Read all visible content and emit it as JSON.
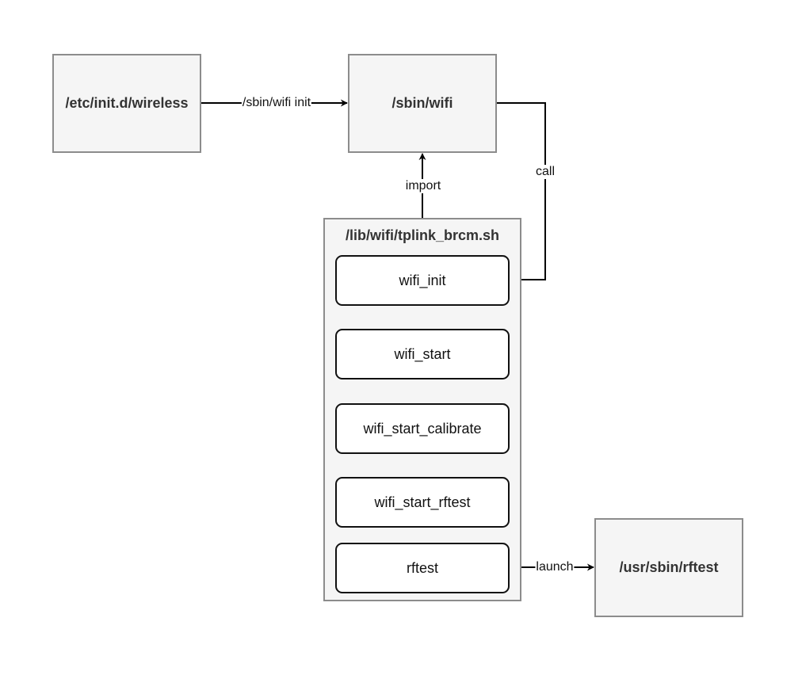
{
  "nodes": {
    "init_script": "/etc/init.d/wireless",
    "sbin_wifi": "/sbin/wifi",
    "rftest_bin": "/usr/sbin/rftest"
  },
  "group": {
    "title": "/lib/wifi/tplink_brcm.sh",
    "steps": [
      "wifi_init",
      "wifi_start",
      "wifi_start_calibrate",
      "wifi_start_rftest",
      "rftest"
    ]
  },
  "edges": {
    "sbin_wifi_init": "/sbin/wifi init",
    "import": "import",
    "call": "call",
    "launch": "launch"
  },
  "colors": {
    "box_fill": "#f5f5f5",
    "box_border": "#8c8c8c",
    "step_fill": "#ffffff",
    "line": "#000000"
  }
}
